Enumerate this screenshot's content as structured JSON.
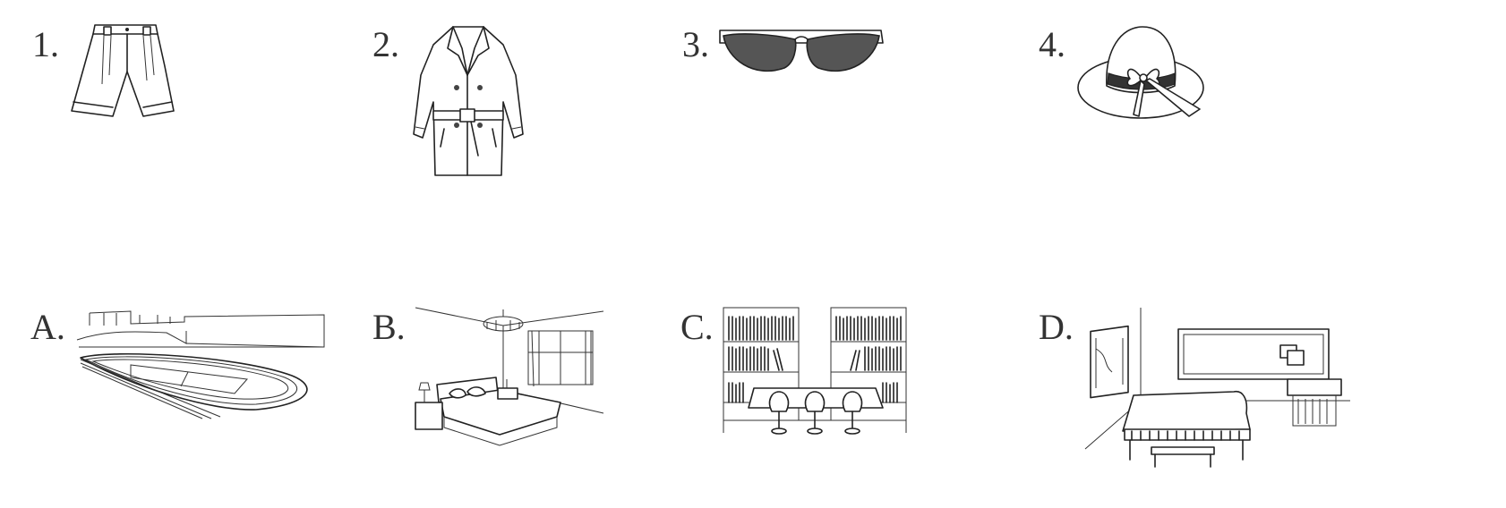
{
  "clothing": [
    {
      "label": "1.",
      "icon": "shorts-icon"
    },
    {
      "label": "2.",
      "icon": "trench-coat-icon"
    },
    {
      "label": "3.",
      "icon": "sunglasses-icon"
    },
    {
      "label": "4.",
      "icon": "sun-hat-icon"
    }
  ],
  "places": [
    {
      "label": "A.",
      "icon": "sports-field-icon"
    },
    {
      "label": "B.",
      "icon": "bedroom-icon"
    },
    {
      "label": "C.",
      "icon": "library-icon"
    },
    {
      "label": "D.",
      "icon": "music-room-icon"
    }
  ]
}
